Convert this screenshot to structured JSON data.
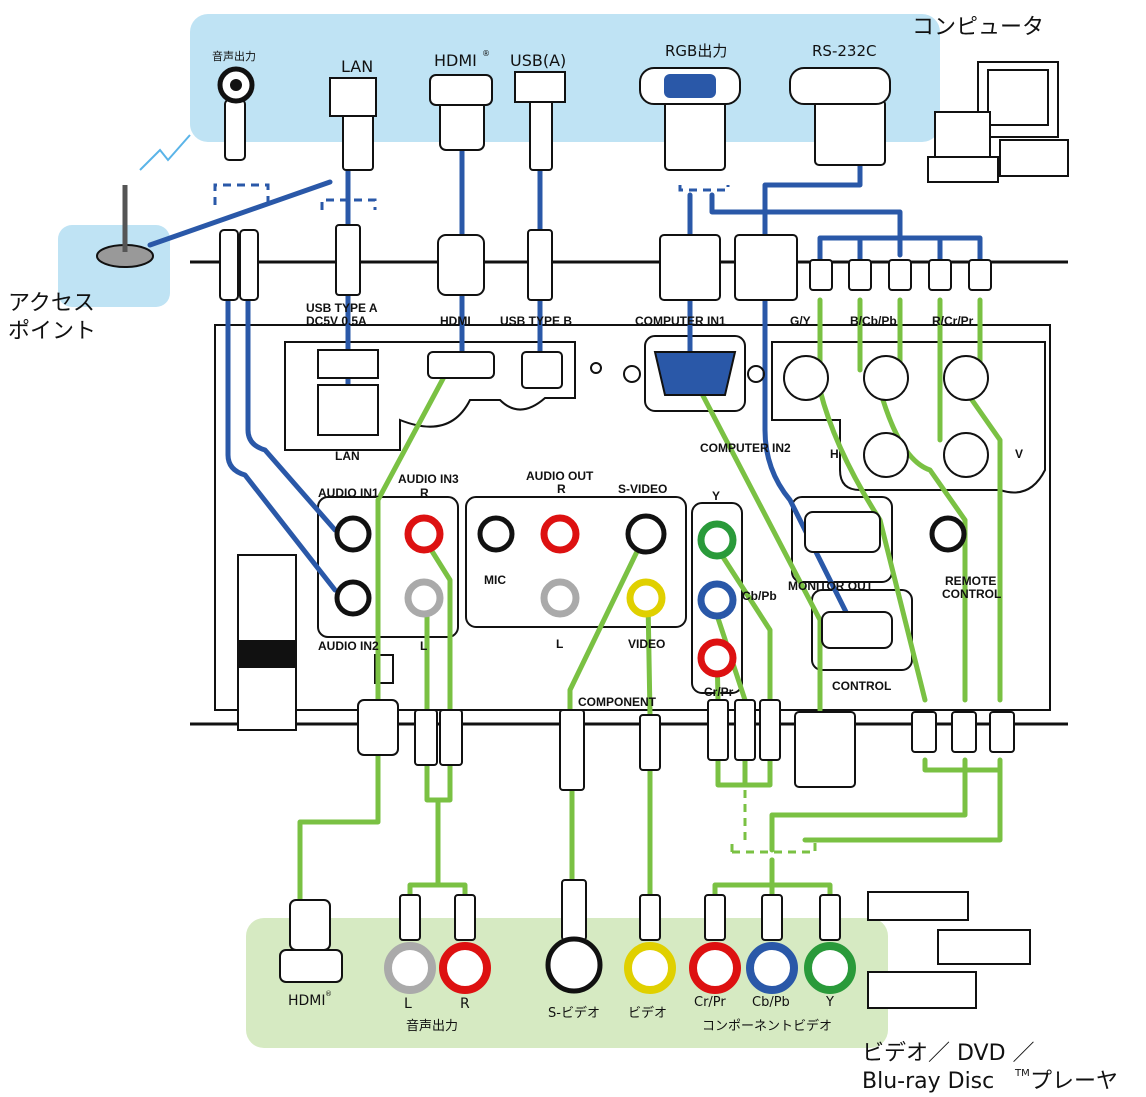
{
  "computer_panel": {
    "title": "コンピュータ",
    "ports": [
      "音声出力",
      "LAN",
      "HDMI",
      "USB(A)",
      "RGB出力",
      "RS-232C"
    ],
    "hdmi_mark": "®"
  },
  "access_point": {
    "line1": "アクセス",
    "line2": "ポイント"
  },
  "projector": {
    "top_labels": [
      "USB TYPE A",
      "DC5V 0.5A",
      "HDMI",
      "USB TYPE B",
      "COMPUTER IN1",
      "G/Y",
      "B/Cb/Pb",
      "R/Cr/Pr"
    ],
    "lan": "LAN",
    "computer_in2": "COMPUTER IN2",
    "h": "H",
    "v": "V",
    "audio_in1": "AUDIO IN1",
    "audio_in2": "AUDIO IN2",
    "audio_in3": "AUDIO IN3",
    "r": "R",
    "l": "L",
    "audio_out": "AUDIO OUT",
    "s_video": "S-VIDEO",
    "mic": "MIC",
    "video": "VIDEO",
    "y": "Y",
    "cb_pb": "Cb/Pb",
    "cr_pr": "Cr/Pr",
    "component": "COMPONENT",
    "monitor_out": "MONITOR OUT",
    "remote_control_1": "REMOTE",
    "remote_control_2": "CONTROL",
    "control": "CONTROL"
  },
  "player_panel": {
    "hdmi": "HDMI",
    "hdmi_mark": "®",
    "l": "L",
    "r": "R",
    "audio_out": "音声出力",
    "s_video": "S-ビデオ",
    "video": "ビデオ",
    "cr_pr": "Cr/Pr",
    "cb_pb": "Cb/Pb",
    "y": "Y",
    "component_video": "コンポーネントビデオ"
  },
  "player_caption": {
    "line1": "ビデオ／ DVD ／",
    "line2a": "Blu-ray Disc",
    "tm": "TM",
    "line2b": " プレーヤ"
  },
  "colors": {
    "blue_cable": "#2a58a8",
    "green_cable": "#7ac143",
    "computer_panel": "#bfe3f4",
    "player_panel": "#d6eac2"
  }
}
